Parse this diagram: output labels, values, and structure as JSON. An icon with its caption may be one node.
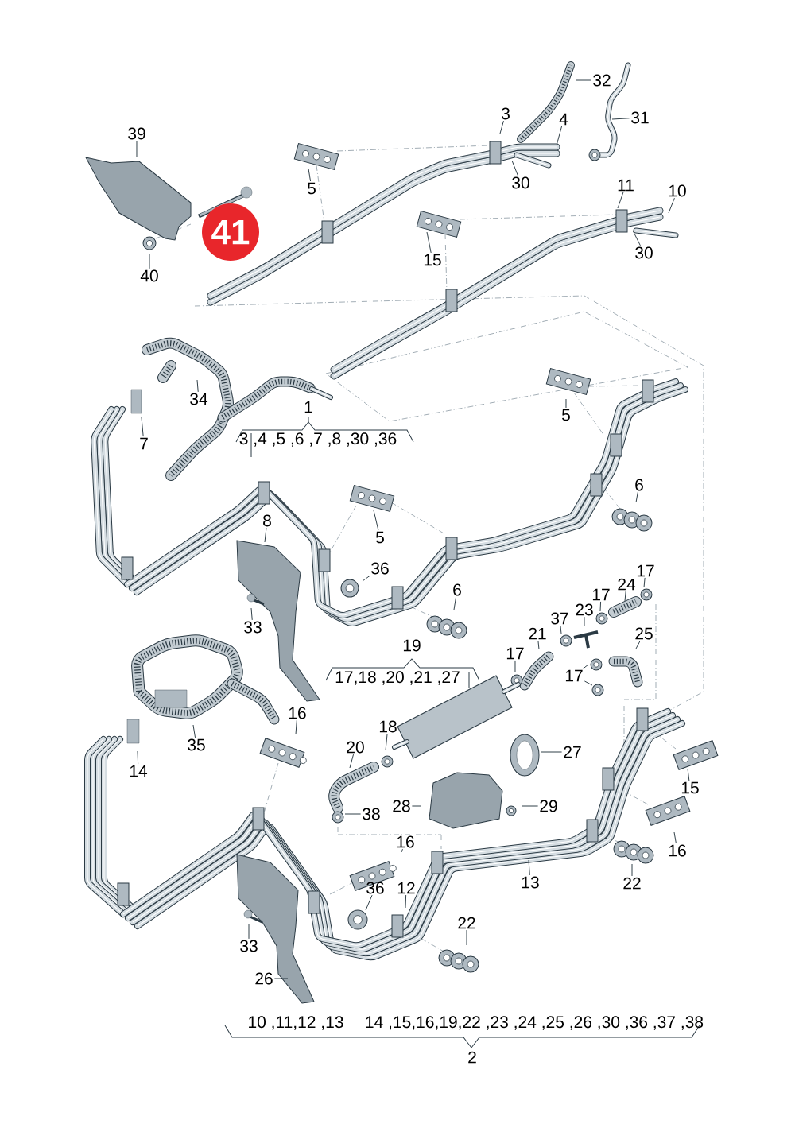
{
  "diagram": {
    "nodes": [
      {
        "text": [
          "39"
        ]
      },
      {
        "text": [
          "41"
        ]
      },
      {
        "text": [
          "40"
        ]
      },
      {
        "text": [
          "5"
        ]
      },
      {
        "text": [
          "3"
        ]
      },
      {
        "text": [
          "4"
        ]
      },
      {
        "text": [
          "32"
        ]
      },
      {
        "text": [
          "31"
        ]
      },
      {
        "text": [
          "30"
        ]
      },
      {
        "text": [
          "11"
        ]
      },
      {
        "text": [
          "10"
        ]
      },
      {
        "text": [
          "15"
        ]
      },
      {
        "text": [
          "30"
        ]
      },
      {
        "text": [
          "34"
        ]
      },
      {
        "text": [
          "7"
        ]
      },
      {
        "text": [
          "5"
        ]
      },
      {
        "text": [
          "6"
        ]
      },
      {
        "text": [
          "8"
        ]
      },
      {
        "text": [
          "5"
        ]
      },
      {
        "text": [
          "36"
        ]
      },
      {
        "text": [
          "6"
        ]
      },
      {
        "text": [
          "33"
        ]
      },
      {
        "text": [
          "24"
        ]
      },
      {
        "text": [
          "17"
        ]
      },
      {
        "text": [
          "17"
        ]
      },
      {
        "text": [
          "37"
        ]
      },
      {
        "text": [
          "23"
        ]
      },
      {
        "text": [
          "21"
        ]
      },
      {
        "text": [
          "25"
        ]
      },
      {
        "text": [
          "17"
        ]
      },
      {
        "text": [
          "17"
        ]
      },
      {
        "text": [
          "16"
        ]
      },
      {
        "text": [
          "35"
        ]
      },
      {
        "text": [
          "14"
        ]
      },
      {
        "text": [
          "18"
        ]
      },
      {
        "text": [
          "20"
        ]
      },
      {
        "text": [
          "27"
        ]
      },
      {
        "text": [
          "28"
        ]
      },
      {
        "text": [
          "29"
        ]
      },
      {
        "text": [
          "38"
        ]
      },
      {
        "text": [
          "15"
        ]
      },
      {
        "text": [
          "16"
        ]
      },
      {
        "text": [
          "16"
        ]
      },
      {
        "text": [
          "13"
        ]
      },
      {
        "text": [
          "22"
        ]
      },
      {
        "text": [
          "36"
        ]
      },
      {
        "text": [
          "12"
        ]
      },
      {
        "text": [
          "22"
        ]
      },
      {
        "text": [
          "33"
        ]
      },
      {
        "text": [
          "26"
        ]
      }
    ],
    "edges": [
      {
        "from": 0,
        "to": null,
        "arrow": "none"
      },
      {
        "from": 2,
        "to": null,
        "arrow": "none"
      },
      {
        "from": 3,
        "to": null,
        "arrow": "none"
      },
      {
        "from": 4,
        "to": null,
        "arrow": "none"
      },
      {
        "from": 5,
        "to": null,
        "arrow": "none"
      },
      {
        "from": 6,
        "to": null,
        "arrow": "none"
      },
      {
        "from": 7,
        "to": null,
        "arrow": "none"
      },
      {
        "from": 8,
        "to": null,
        "arrow": "none"
      },
      {
        "from": 9,
        "to": null,
        "arrow": "none"
      },
      {
        "from": 10,
        "to": null,
        "arrow": "none"
      },
      {
        "from": 11,
        "to": null,
        "arrow": "none"
      },
      {
        "from": 12,
        "to": null,
        "arrow": "none"
      },
      {
        "from": 13,
        "to": null,
        "arrow": "none"
      },
      {
        "from": 14,
        "to": null,
        "arrow": "none"
      },
      {
        "from": 15,
        "to": null,
        "arrow": "none"
      },
      {
        "from": 16,
        "to": null,
        "arrow": "none"
      },
      {
        "from": 17,
        "to": null,
        "arrow": "none"
      },
      {
        "from": 18,
        "to": null,
        "arrow": "none"
      },
      {
        "from": 19,
        "to": null,
        "arrow": "none"
      },
      {
        "from": 20,
        "to": null,
        "arrow": "none"
      },
      {
        "from": 21,
        "to": null,
        "arrow": "none"
      },
      {
        "from": 22,
        "to": null,
        "arrow": "none"
      },
      {
        "from": 23,
        "to": null,
        "arrow": "none"
      },
      {
        "from": 24,
        "to": null,
        "arrow": "none"
      },
      {
        "from": 25,
        "to": null,
        "arrow": "none"
      },
      {
        "from": 26,
        "to": null,
        "arrow": "none"
      },
      {
        "from": 27,
        "to": null,
        "arrow": "none"
      },
      {
        "from": 28,
        "to": null,
        "arrow": "none"
      },
      {
        "from": 29,
        "to": null,
        "arrow": "none"
      },
      {
        "from": 30,
        "to": null,
        "arrow": "none"
      },
      {
        "from": 30,
        "to": null,
        "arrow": "none"
      },
      {
        "from": 31,
        "to": null,
        "arrow": "none"
      },
      {
        "from": 32,
        "to": null,
        "arrow": "none"
      },
      {
        "from": 33,
        "to": null,
        "arrow": "none"
      },
      {
        "from": 34,
        "to": null,
        "arrow": "none"
      },
      {
        "from": 35,
        "to": null,
        "arrow": "none"
      },
      {
        "from": 36,
        "to": null,
        "arrow": "none"
      },
      {
        "from": 37,
        "to": null,
        "arrow": "none"
      },
      {
        "from": 38,
        "to": null,
        "arrow": "none"
      },
      {
        "from": 39,
        "to": null,
        "arrow": "none"
      },
      {
        "from": 40,
        "to": null,
        "arrow": "none"
      },
      {
        "from": 41,
        "to": null,
        "arrow": "none"
      },
      {
        "from": 42,
        "to": null,
        "arrow": "none"
      },
      {
        "from": 43,
        "to": null,
        "arrow": "none"
      },
      {
        "from": 44,
        "to": null,
        "arrow": "none"
      },
      {
        "from": 45,
        "to": null,
        "arrow": "none"
      },
      {
        "from": 46,
        "to": null,
        "arrow": "none"
      },
      {
        "from": 47,
        "to": null,
        "arrow": "none"
      },
      {
        "from": 48,
        "to": null,
        "arrow": "none"
      },
      {
        "from": 49,
        "to": null,
        "arrow": "none"
      }
    ],
    "labels": [
      "1",
      "3 ,4 ,5 ,6 ,7 ,8 ,30 ,36",
      "19",
      "17,18 ,20 ,21 ,27",
      "10 ,11,12 ,13",
      "14 ,15,16,19,22 ,23 ,24 ,25 ,26 ,30 ,36 ,37 ,38",
      "2"
    ]
  }
}
